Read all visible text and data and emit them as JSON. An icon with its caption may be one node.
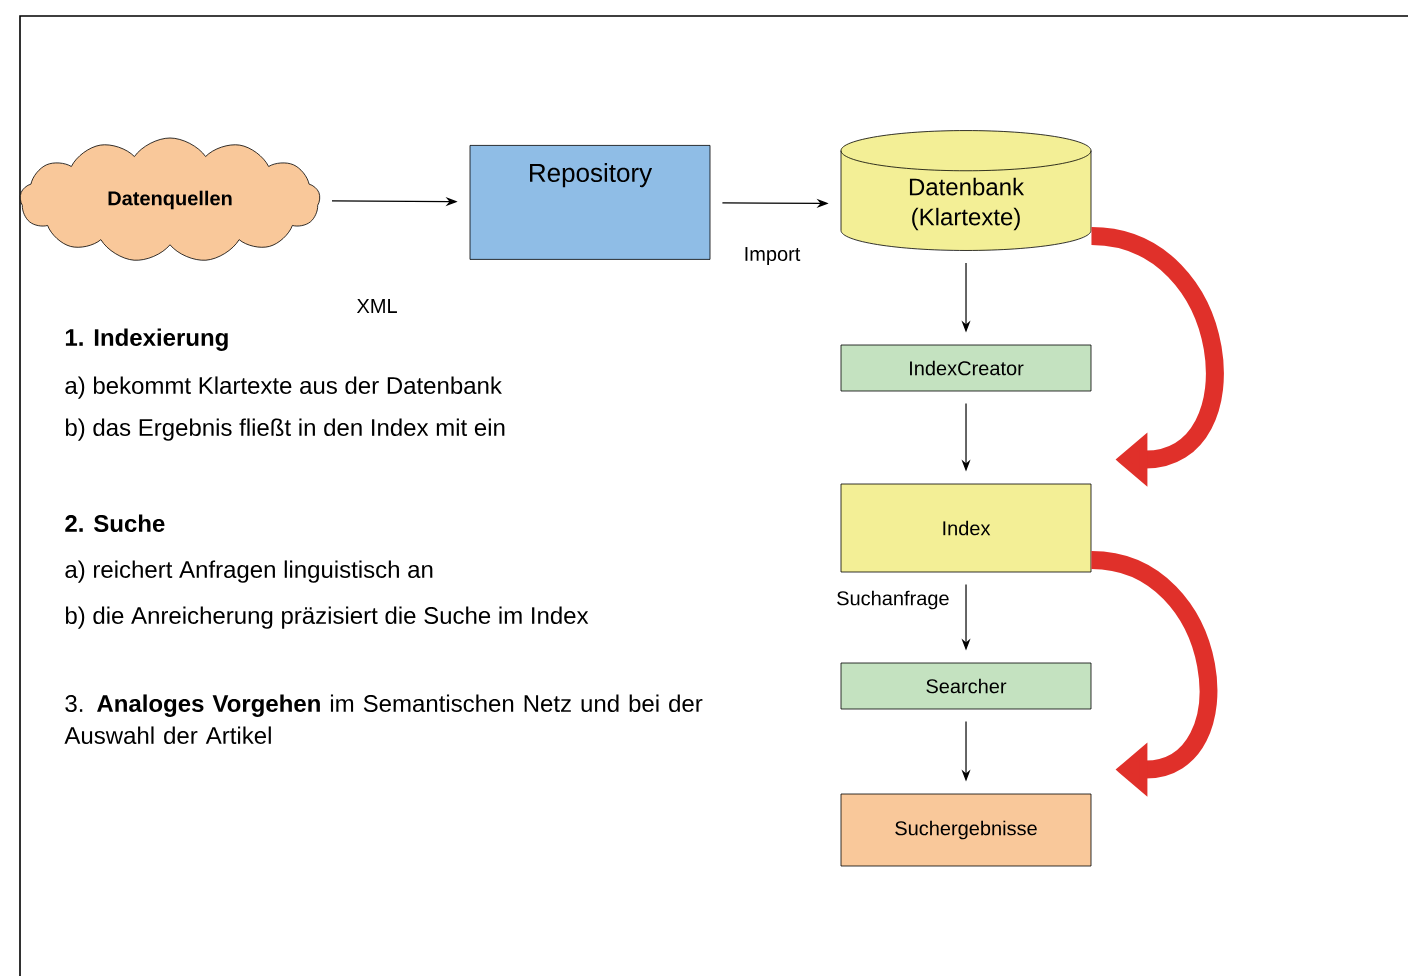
{
  "diagram": {
    "nodes": [
      {
        "text": [
          "Datenquellen"
        ]
      },
      {
        "text": [
          "Repository"
        ]
      },
      {
        "text": [
          "Datenbank (Klartexte)"
        ]
      },
      {
        "text": [
          "IndexCreator"
        ]
      },
      {
        "text": [
          "Index"
        ]
      },
      {
        "text": [
          "Searcher"
        ]
      },
      {
        "text": [
          "Suchergebnisse"
        ]
      }
    ],
    "edges": [
      {
        "from": 0,
        "to": 1,
        "arrow": "to",
        "label": "XML"
      },
      {
        "from": 1,
        "to": 2,
        "arrow": "to",
        "label": "Import"
      },
      {
        "from": 2,
        "to": 3,
        "arrow": "to"
      },
      {
        "from": 3,
        "to": 4,
        "arrow": "to"
      },
      {
        "from": 4,
        "to": 5,
        "arrow": "to",
        "label": "Suchanfrage"
      },
      {
        "from": 5,
        "to": 6,
        "arrow": "to"
      },
      {
        "from": 2,
        "to": 4,
        "arrow": "to",
        "style": "thick",
        "color": "#e0302a"
      },
      {
        "from": 4,
        "to": 6,
        "arrow": "to",
        "style": "thick",
        "color": "#e0302a"
      }
    ],
    "labels": [
      "1. Indexierung",
      "a)  bekommt Klartexte aus der Datenbank",
      "b)  das Ergebnis fließt in den Index mit ein",
      "2. Suche",
      "a)  reichert Anfragen linguistisch an",
      "b) die Anreicherung präzisiert die Suche im Index",
      "3. **Analoges Vorgehen** im Semantischen Netz und bei der Auswahl der Artikel"
    ]
  }
}
